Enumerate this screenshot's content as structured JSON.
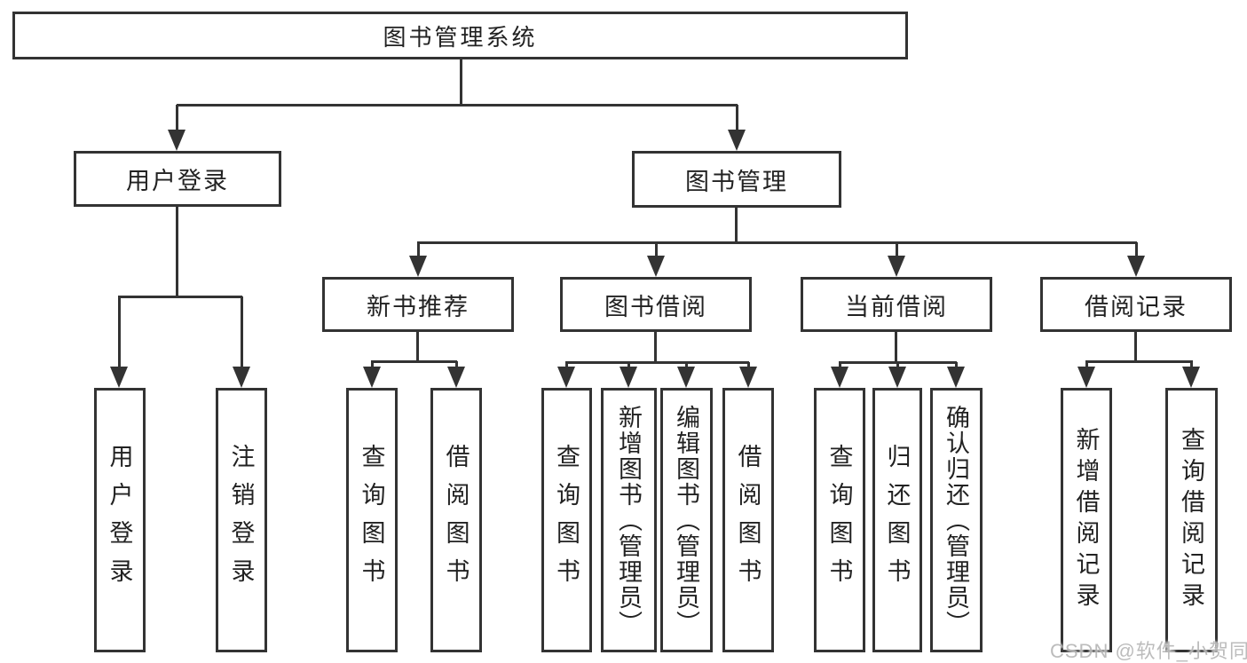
{
  "diagram": {
    "root": {
      "label": "图书管理系统",
      "children": [
        {
          "label": "用户登录",
          "children": [
            {
              "label": "用户登录"
            },
            {
              "label": "注销登录"
            }
          ]
        },
        {
          "label": "图书管理",
          "children": [
            {
              "label": "新书推荐",
              "children": [
                {
                  "label": "查询图书"
                },
                {
                  "label": "借阅图书"
                }
              ]
            },
            {
              "label": "图书借阅",
              "children": [
                {
                  "label": "查询图书"
                },
                {
                  "label": "新增图书（管理员）"
                },
                {
                  "label": "编辑图书（管理员）"
                },
                {
                  "label": "借阅图书"
                }
              ]
            },
            {
              "label": "当前借阅",
              "children": [
                {
                  "label": "查询图书"
                },
                {
                  "label": "归还图书"
                },
                {
                  "label": "确认归还（管理员）"
                }
              ]
            },
            {
              "label": "借阅记录",
              "children": [
                {
                  "label": "新增借阅记录"
                },
                {
                  "label": "查询借阅记录"
                }
              ]
            }
          ]
        }
      ]
    }
  },
  "watermark": {
    "text": "CSDN @软件_小贺同学"
  },
  "colors": {
    "line": "#333333",
    "box_border": "#333333",
    "text": "#222222",
    "background": "#ffffff",
    "watermark": "#a5a5a5"
  }
}
